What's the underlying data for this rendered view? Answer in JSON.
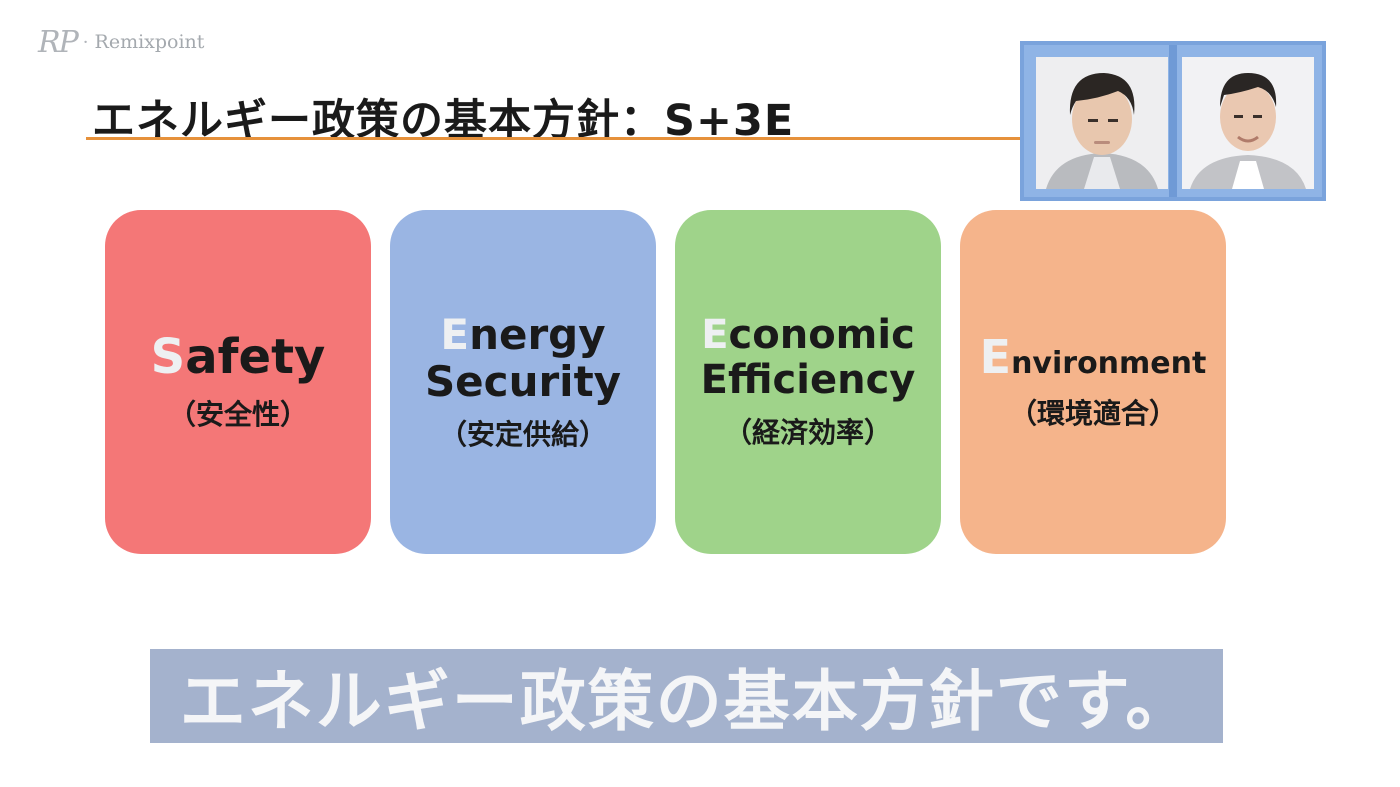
{
  "logo": {
    "mark": "RP",
    "separator": "·",
    "text": "Remixpoint"
  },
  "slide": {
    "title": "エネルギー政策の基本方針：S+3E"
  },
  "cards": [
    {
      "initial": "S",
      "rest": "afety",
      "line2": "",
      "jp": "（安全性）",
      "color": "#f47777"
    },
    {
      "initial": "E",
      "rest": "nergy",
      "line2": "Security",
      "jp": "（安定供給）",
      "color": "#9ab5e3"
    },
    {
      "initial": "E",
      "rest": "conomic",
      "line2": "Efficiency",
      "jp": "（経済効率）",
      "color": "#9fd38a"
    },
    {
      "initial": "E",
      "rest": "nvironment",
      "line2": "",
      "jp": "（環境適合）",
      "color": "#f5b48b"
    }
  ],
  "subtitle": {
    "text": "エネルギー政策の基本方針です。"
  },
  "colors": {
    "accent_rule": "#e6913b",
    "webcam_frame": "#8fb4e6",
    "subtitle_bg": "#a4b2cd"
  }
}
